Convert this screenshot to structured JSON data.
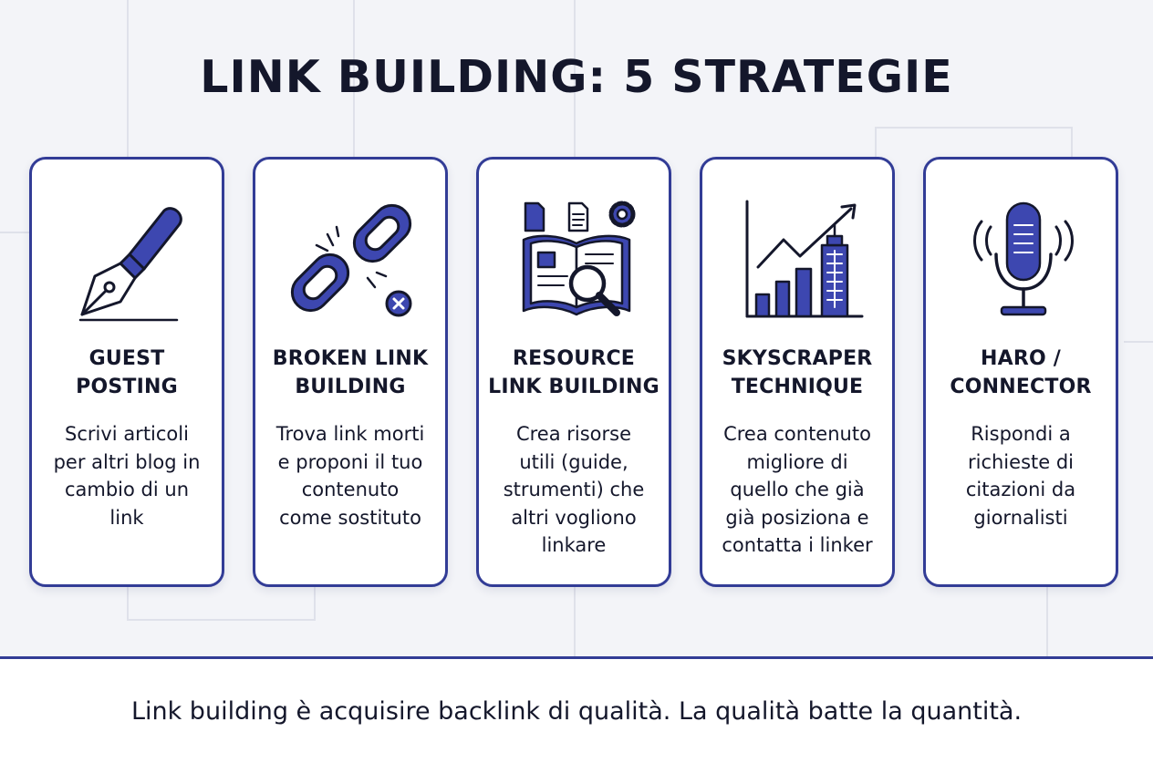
{
  "title": "LINK BUILDING: 5 STRATEGIE",
  "cards": [
    {
      "icon": "fountain-pen-icon",
      "title_line1": "GUEST",
      "title_line2": "POSTING",
      "desc": [
        "Scrivi articoli",
        "per altri blog in",
        "cambio di un",
        "link"
      ]
    },
    {
      "icon": "broken-chain-link-icon",
      "title_line1": "BROKEN LINK",
      "title_line2": "BUILDING",
      "desc": [
        "Trova link morti",
        "e proponi il tuo",
        "contenuto",
        "come sostituto"
      ]
    },
    {
      "icon": "resource-book-magnifier-icon",
      "title_line1": "RESOURCE",
      "title_line2": "LINK BUILDING",
      "desc": [
        "Crea risorse",
        "utili (guide,",
        "strumenti) che",
        "altri vogliono",
        "linkare"
      ]
    },
    {
      "icon": "skyscraper-growth-chart-icon",
      "title_line1": "SKYSCRAPER",
      "title_line2": "TECHNIQUE",
      "desc": [
        "Crea contenuto",
        "migliore di",
        "quello che già",
        "già posiziona e",
        "contatta i linker"
      ]
    },
    {
      "icon": "microphone-icon",
      "title_line1": "HARO /",
      "title_line2": "CONNECTOR",
      "desc": [
        "Rispondi a",
        "richieste di",
        "citazioni da",
        "giornalisti"
      ]
    }
  ],
  "footer": "Link building è acquisire backlink di qualità. La qualità batte la quantità.",
  "colors": {
    "accent": "#323c96",
    "icon_fill": "#3d47b0",
    "text": "#14172b",
    "background": "#f3f4f8"
  }
}
